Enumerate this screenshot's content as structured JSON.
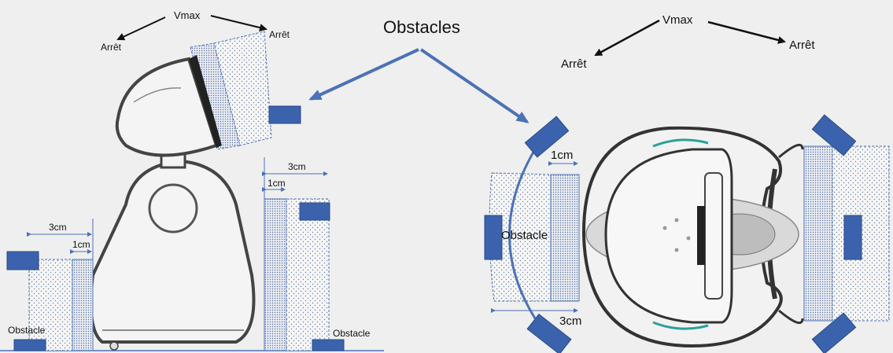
{
  "title": "Obstacles",
  "left_panel": {
    "vmax": "Vmax",
    "stop_left": "Arrêt",
    "stop_right": "Arrêt",
    "dim_3cm_left": "3cm",
    "dim_1cm_left": "1cm",
    "dim_3cm_right": "3cm",
    "dim_1cm_right": "1cm",
    "obstacle_left": "Obstacle",
    "obstacle_right": "Obstacle"
  },
  "right_panel": {
    "vmax": "Vmax",
    "stop_left": "Arrêt",
    "stop_right": "Arrêt",
    "dim_1cm": "1cm",
    "dim_3cm": "3cm",
    "obstacle": "Obstacle"
  },
  "colors": {
    "background": "#efefef",
    "obstacle_blue": "#3b63ad",
    "arrow_blue": "#4b72b8",
    "robot_outline": "#444444",
    "teal": "#2aa19a"
  }
}
